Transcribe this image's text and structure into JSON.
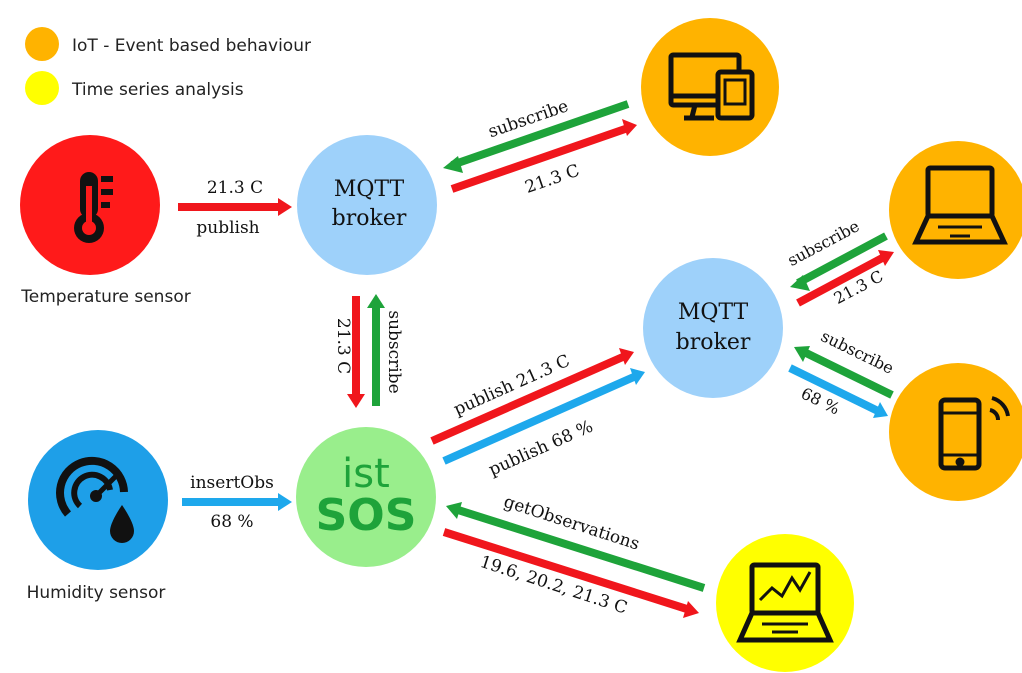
{
  "legend": {
    "items": [
      {
        "label": "IoT - Event based behaviour",
        "color": "#FFB300"
      },
      {
        "label": "Time series analysis",
        "color": "#FFFF00"
      }
    ]
  },
  "colors": {
    "temperature_node": "#FF1A1A",
    "humidity_node": "#1E9FE8",
    "broker_node": "#9ED1FA",
    "istsos_node": "#99EE8C",
    "istsos_text": "#1EA33A",
    "iot_node": "#FFB300",
    "timeseries_node": "#FFFF00",
    "arrow_red": "#F0161C",
    "arrow_green": "#1EA33A",
    "arrow_blue": "#1EA8EC"
  },
  "nodes": {
    "temperature_sensor": {
      "label": "Temperature sensor",
      "icon": "thermometer-icon"
    },
    "humidity_sensor": {
      "label": "Humidity sensor",
      "icon": "humidity-gauge-icon"
    },
    "broker_left": {
      "line1": "MQTT",
      "line2": "broker"
    },
    "broker_right": {
      "line1": "MQTT",
      "line2": "broker"
    },
    "istsos": {
      "line1": "ist",
      "line2": "SOS"
    },
    "desktop_tablet": {
      "icon": "desktop-tablet-icon"
    },
    "laptop": {
      "icon": "laptop-icon"
    },
    "smartphone": {
      "icon": "smartphone-wireless-icon"
    },
    "analysis_laptop": {
      "icon": "laptop-chart-icon"
    }
  },
  "edge_labels": {
    "temp_value": "21.3 C",
    "temp_publish": "publish",
    "humidity_insert": "insertObs",
    "humidity_value": "68 %",
    "vertical_value": "21.3 C",
    "vertical_subscribe": "subscribe",
    "top_subscribe": "subscribe",
    "top_value": "21.3 C",
    "publish_temp": "publish   21.3 C",
    "publish_humidity": "publish   68 %",
    "laptop_subscribe": "subscribe",
    "laptop_value": "21.3 C",
    "phone_subscribe": "subscribe",
    "phone_value": "68 %",
    "get_observations": "getObservations",
    "series_values": "19.6, 20.2, 21.3 C"
  }
}
